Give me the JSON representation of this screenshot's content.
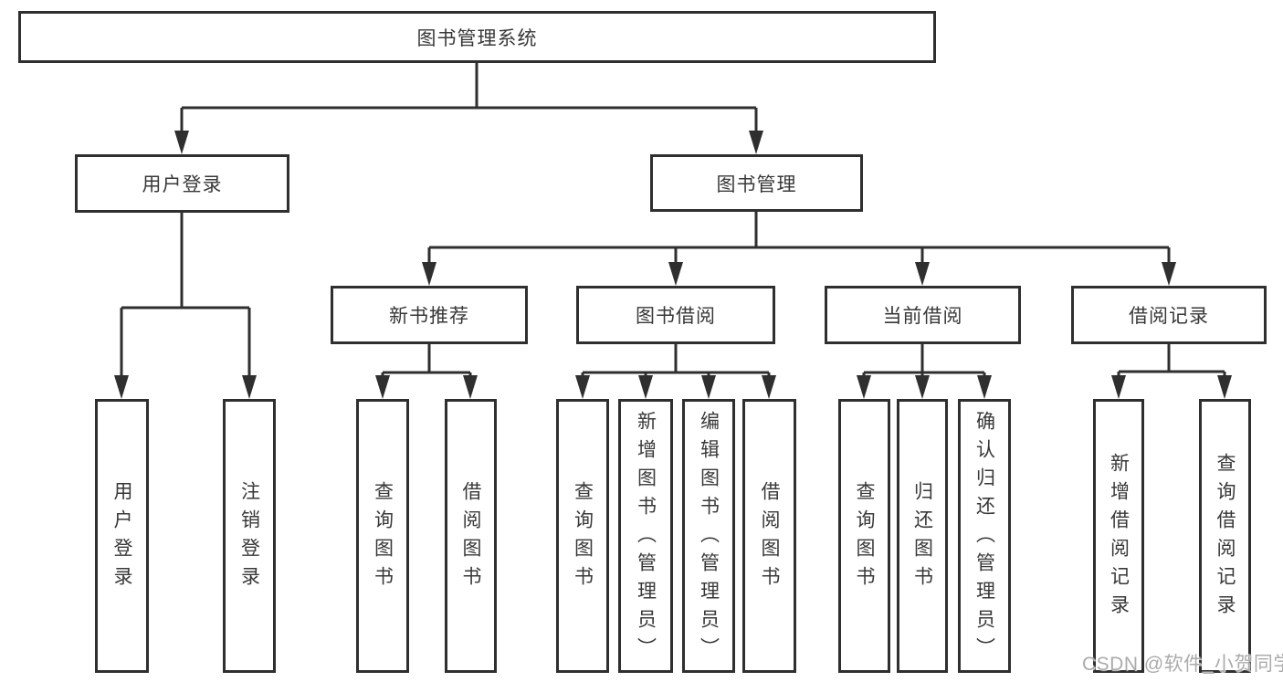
{
  "diagram": {
    "root": {
      "label": "图书管理系统"
    },
    "user_login": {
      "label": "用户登录",
      "children": [
        {
          "label": "用户登录"
        },
        {
          "label": "注销登录"
        }
      ]
    },
    "book_management": {
      "label": "图书管理",
      "groups": [
        {
          "label": "新书推荐",
          "children": [
            {
              "label": "查询图书"
            },
            {
              "label": "借阅图书"
            }
          ]
        },
        {
          "label": "图书借阅",
          "children": [
            {
              "label": "查询图书"
            },
            {
              "label": "新增图书（管理员）"
            },
            {
              "label": "编辑图书（管理员）"
            },
            {
              "label": "借阅图书"
            }
          ]
        },
        {
          "label": "当前借阅",
          "children": [
            {
              "label": "查询图书"
            },
            {
              "label": "归还图书"
            },
            {
              "label": "确认归还（管理员）"
            }
          ]
        },
        {
          "label": "借阅记录",
          "children": [
            {
              "label": "新增借阅记录"
            },
            {
              "label": "查询借阅记录"
            }
          ]
        }
      ]
    }
  },
  "watermark": {
    "text": "CSDN @软件_小贺同学"
  },
  "colors": {
    "line": "#2f2f2f",
    "text": "#383838",
    "watermark": "#ababab",
    "background": "#ffffff"
  }
}
